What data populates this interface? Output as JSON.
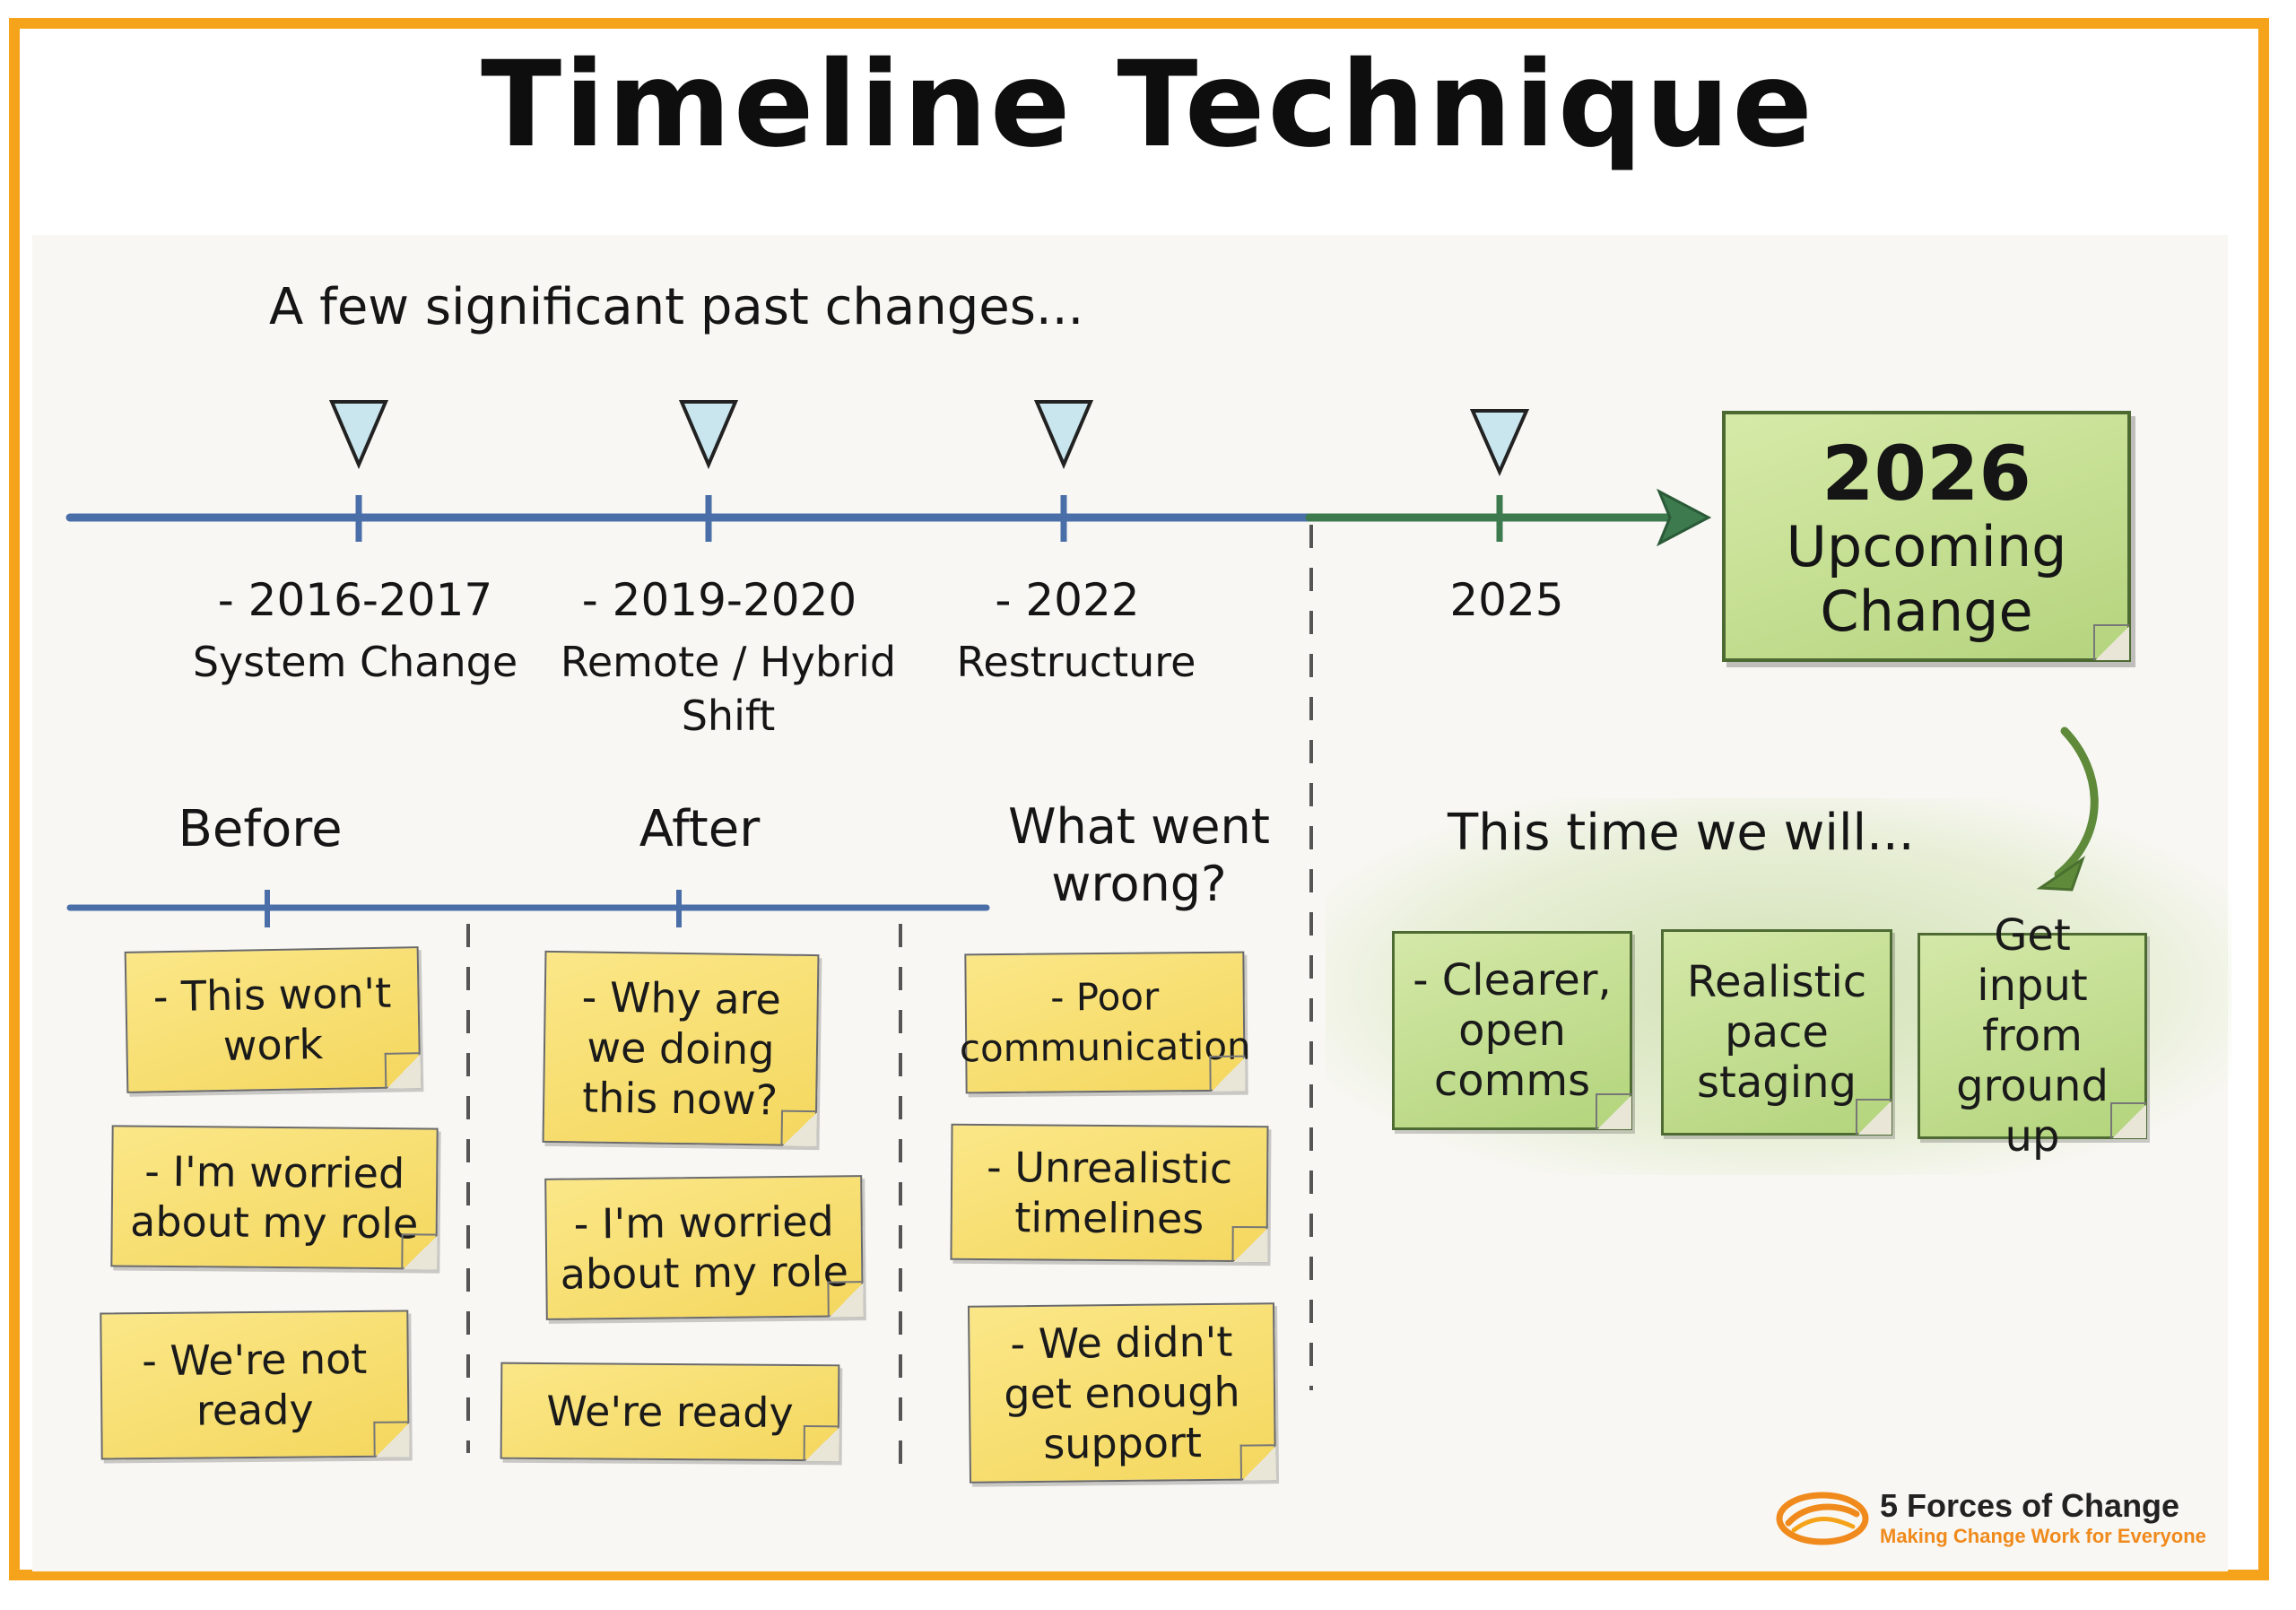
{
  "title": "Timeline Technique",
  "subtitle": "A few significant past changes...",
  "milestones": [
    {
      "year": "- 2016-2017",
      "event": "System Change"
    },
    {
      "year": "- 2019-2020",
      "event": "Remote / Hybrid Shift"
    },
    {
      "year": "- 2022",
      "event": "Restructure"
    },
    {
      "year": "2025",
      "event": ""
    }
  ],
  "upcoming": {
    "year": "2026",
    "label": "Upcoming Change"
  },
  "columns": {
    "before": "Before",
    "after": "After",
    "wrong": "What went wrong?"
  },
  "notes": {
    "before": [
      "- This won't work",
      "- I'm worried about my role",
      "- We're not ready"
    ],
    "after": [
      "- Why are we doing this now?",
      "- I'm worried about my role",
      "We're ready"
    ],
    "wrong": [
      "- Poor communication",
      "- Unrealistic timelines",
      "- We didn't get enough support"
    ]
  },
  "future": {
    "heading": "This time we will...",
    "notes": [
      "- Clearer, open comms",
      "Realistic pace staging",
      "Get input from ground up"
    ]
  },
  "brand": {
    "name": "5 Forces of Change",
    "tagline": "Making Change Work for Everyone"
  },
  "colors": {
    "frame": "#f5a31a",
    "past_line": "#4a6fa8",
    "future_line": "#3d7a4e",
    "sticky": "#f6dc6a",
    "green_sticky": "#bcd98a",
    "brand_orange": "#f08a1c"
  }
}
